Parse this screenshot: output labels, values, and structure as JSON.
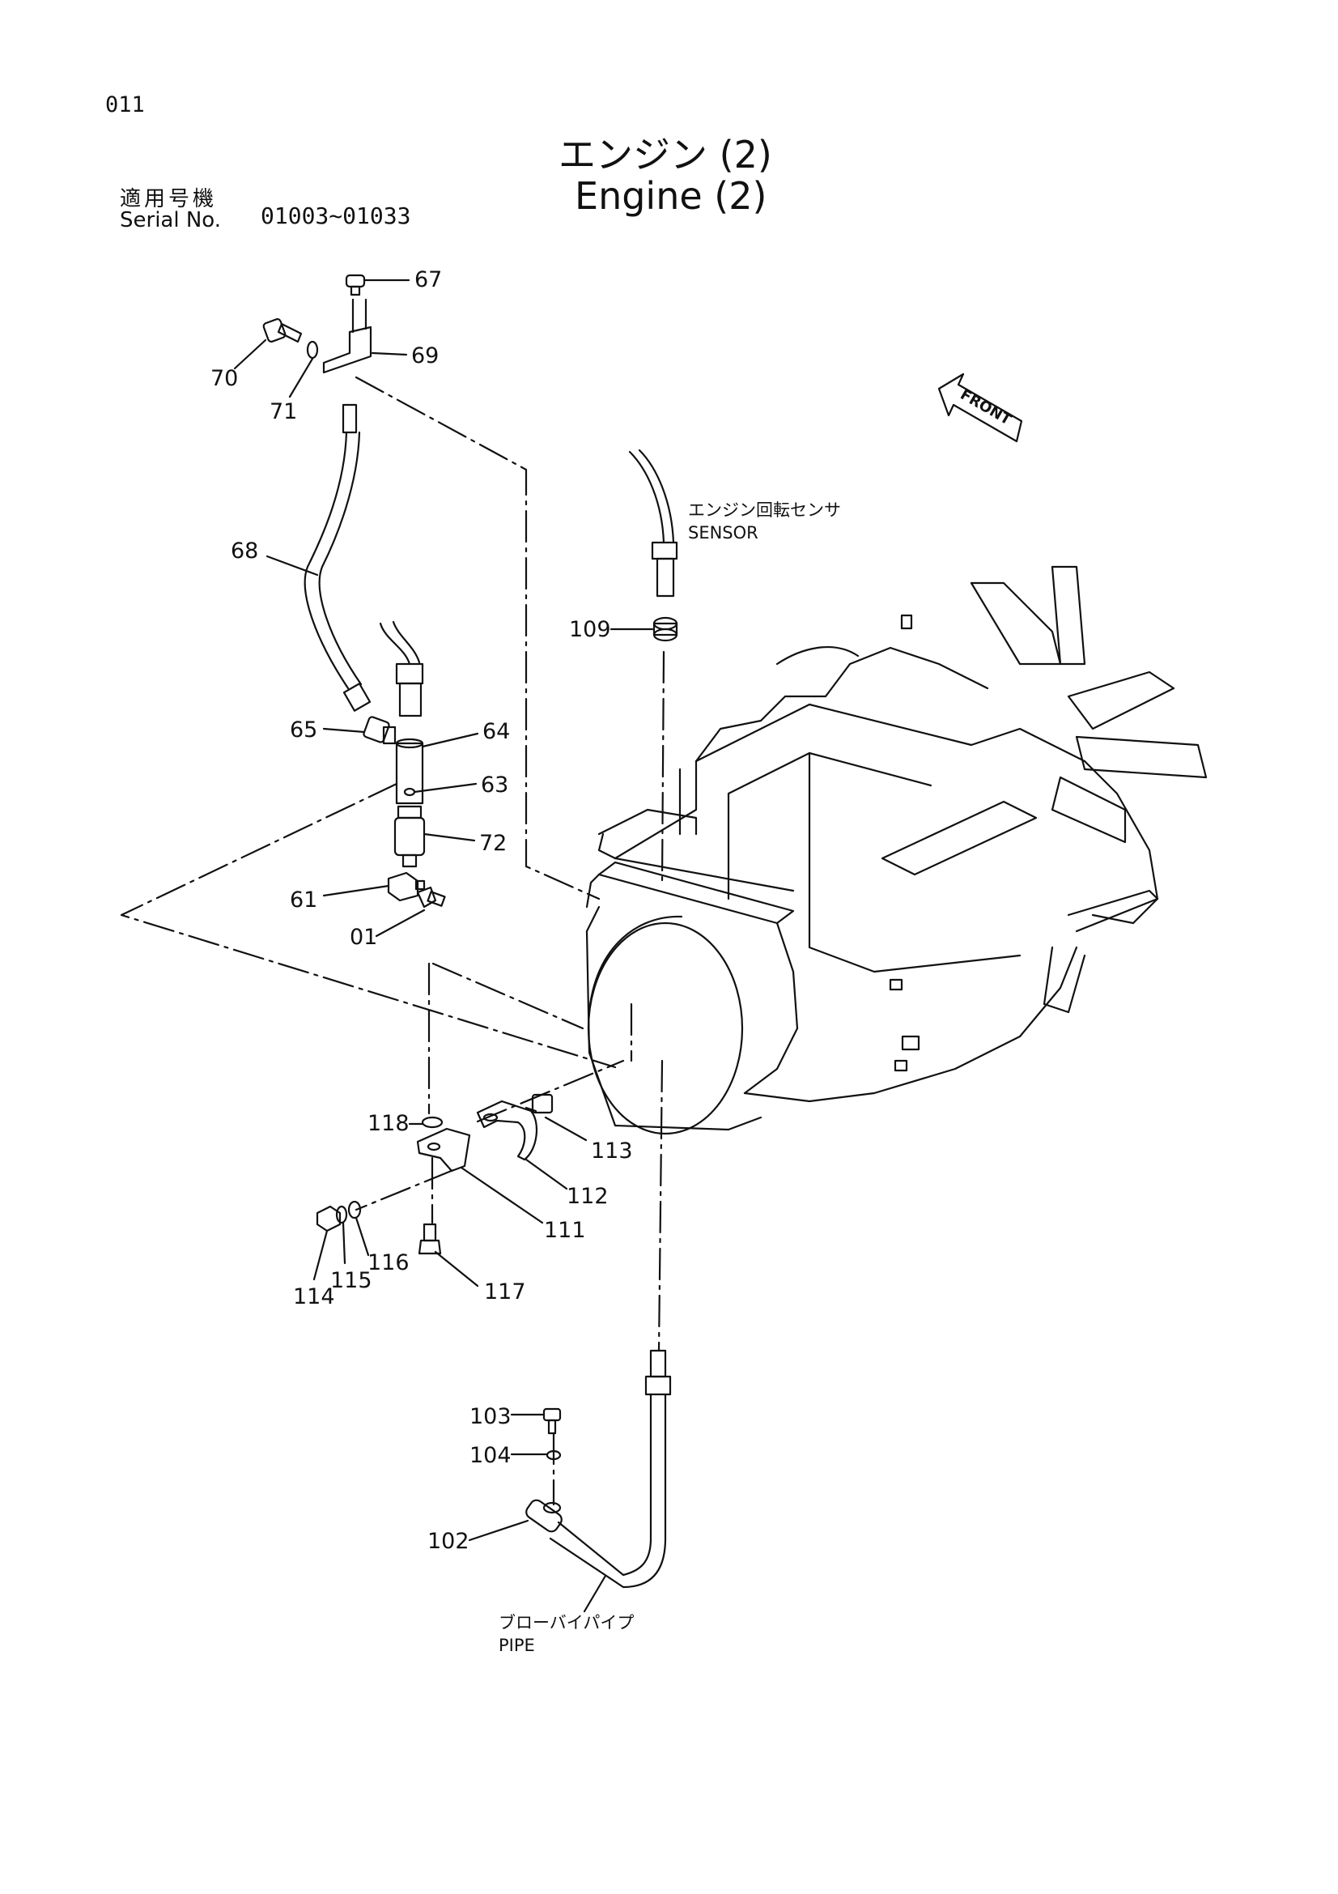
{
  "page": {
    "number": "011",
    "title_ja": "エンジン (2)",
    "title_en": "Engine (2)"
  },
  "serial": {
    "label_ja": "適用号機",
    "label_en": "Serial No.",
    "value": "01003~01033"
  },
  "notes": {
    "front_arrow": "FRONT",
    "sensor_ja": "エンジン回転センサ",
    "sensor_en": "SENSOR",
    "pipe_ja": "ブローバイパイプ",
    "pipe_en": "PIPE"
  },
  "callouts": {
    "p67": "67",
    "p70": "70",
    "p69": "69",
    "p71": "71",
    "p68": "68",
    "p109": "109",
    "p65": "65",
    "p64": "64",
    "p63": "63",
    "p72": "72",
    "p61": "61",
    "p01": "01",
    "p118": "118",
    "p113": "113",
    "p112": "112",
    "p111": "111",
    "p116": "116",
    "p115": "115",
    "p114": "114",
    "p117": "117",
    "p103": "103",
    "p104": "104",
    "p102": "102"
  }
}
